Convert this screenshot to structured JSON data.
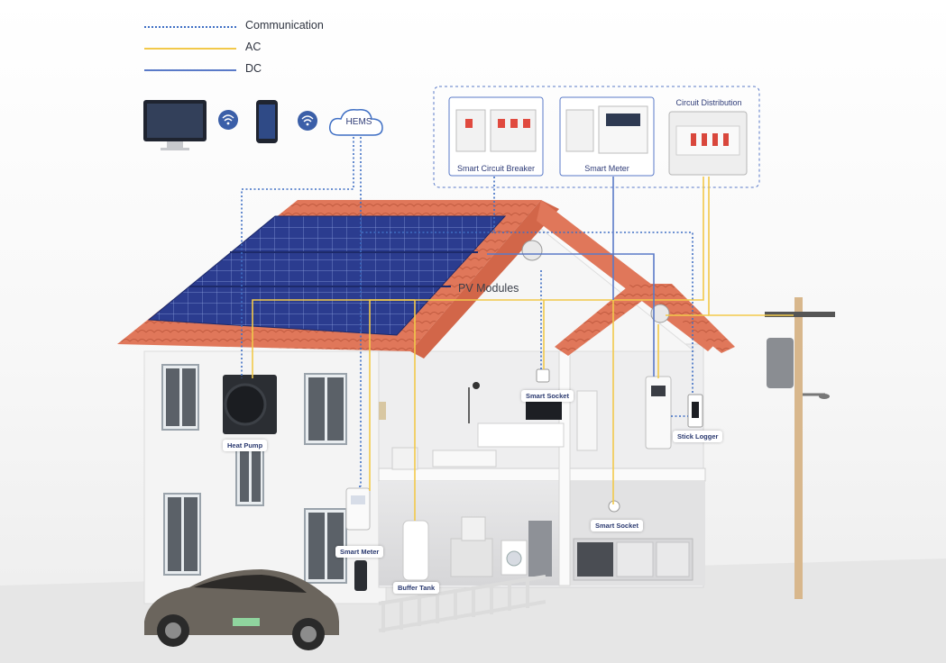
{
  "legend": {
    "communication": "Communication",
    "ac": "AC",
    "dc": "DC"
  },
  "colors": {
    "communication": "#3f6fc4",
    "ac": "#f2c94a",
    "dc": "#5a7ac8",
    "roof": "#e0775a",
    "solar": "#2b3c8f",
    "wall": "#f4f4f4",
    "accent": "#2f3c78"
  },
  "devices": {
    "hems": "HEMS",
    "smart_circuit_breaker": "Smart Circuit Breaker",
    "smart_meter_top": "Smart Meter",
    "circuit_distribution": "Circuit Distribution",
    "pv_modules": "PV Modules"
  },
  "tags": {
    "heat_pump": "Heat Pump",
    "smart_socket_upper": "Smart Socket",
    "stick_logger": "Stick Logger",
    "smart_socket_lower": "Smart Socket",
    "smart_meter_lower": "Smart Meter",
    "buffer_tank": "Buffer Tank"
  },
  "icons": [
    "monitor-icon",
    "wifi-icon",
    "phone-icon",
    "wifi-icon",
    "cloud-icon"
  ]
}
